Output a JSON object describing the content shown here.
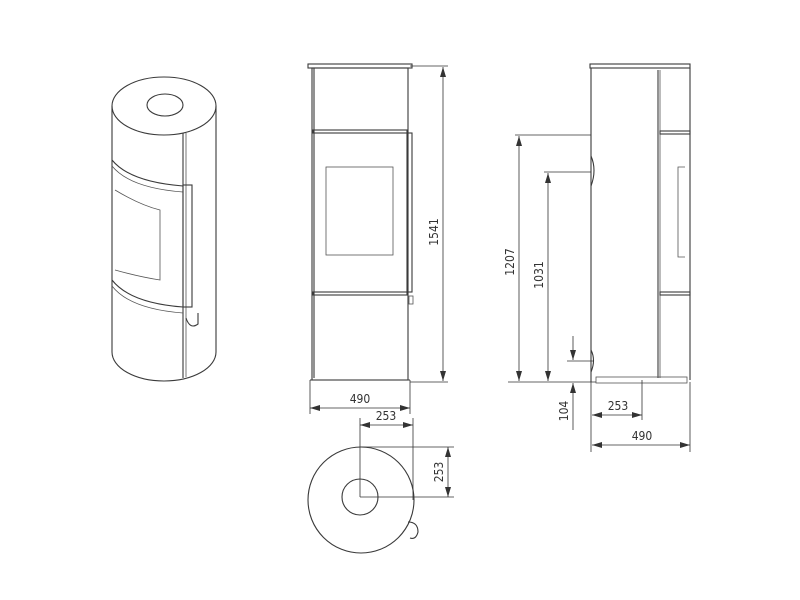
{
  "drawing": {
    "line_color": "#3a3a3a",
    "front_view": {
      "height_label": "1541",
      "width_label": "490"
    },
    "side_view": {
      "connection_height_top_label": "1207",
      "connection_height_rear_label": "1031",
      "air_inlet_height_label": "104",
      "air_inlet_depth_label": "253",
      "depth_label": "490"
    },
    "top_view": {
      "flue_offset_x_label": "253",
      "flue_offset_y_label": "253"
    }
  }
}
